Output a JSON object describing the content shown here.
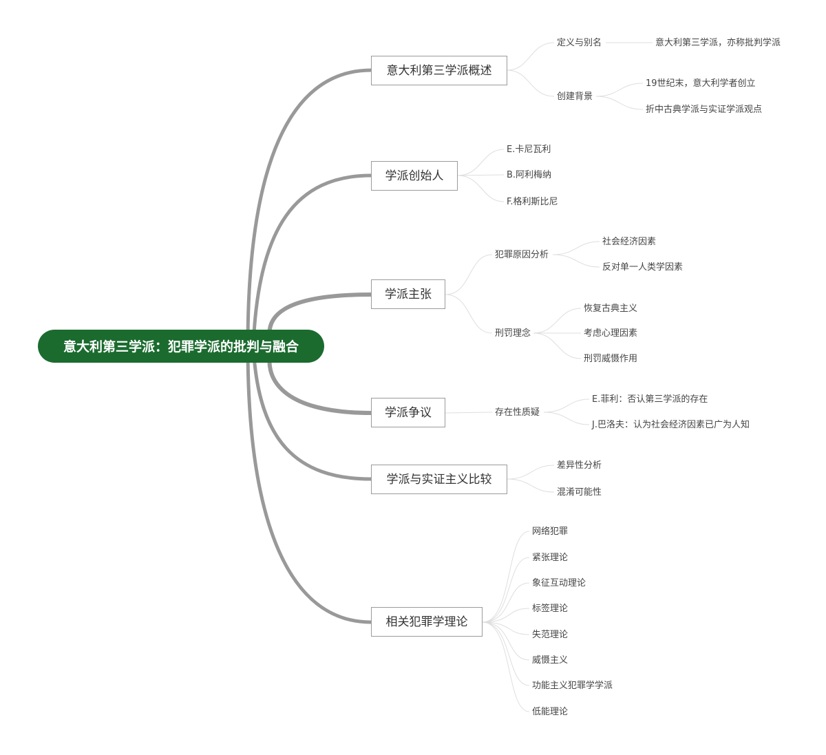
{
  "root": {
    "label": "意大利第三学派：犯罪学派的批判与融合",
    "color": "#1b6b2f"
  },
  "branches": [
    {
      "label": "意大利第三学派概述",
      "children": [
        {
          "label": "定义与别名",
          "children": [
            {
              "label": "意大利第三学派，亦称批判学派"
            }
          ]
        },
        {
          "label": "创建背景",
          "children": [
            {
              "label": "19世纪末，意大利学者创立"
            },
            {
              "label": "折中古典学派与实证学派观点"
            }
          ]
        }
      ]
    },
    {
      "label": "学派创始人",
      "children": [
        {
          "label": "E.卡尼瓦利"
        },
        {
          "label": "B.阿利梅纳"
        },
        {
          "label": "F.格利斯比尼"
        }
      ]
    },
    {
      "label": "学派主张",
      "children": [
        {
          "label": "犯罪原因分析",
          "children": [
            {
              "label": "社会经济因素"
            },
            {
              "label": "反对单一人类学因素"
            }
          ]
        },
        {
          "label": "刑罚理念",
          "children": [
            {
              "label": "恢复古典主义"
            },
            {
              "label": "考虑心理因素"
            },
            {
              "label": "刑罚威慑作用"
            }
          ]
        }
      ]
    },
    {
      "label": "学派争议",
      "children": [
        {
          "label": "存在性质疑",
          "children": [
            {
              "label": "E.菲利：否认第三学派的存在"
            },
            {
              "label": "J.巴洛夫：认为社会经济因素已广为人知"
            }
          ]
        }
      ]
    },
    {
      "label": "学派与实证主义比较",
      "children": [
        {
          "label": "差异性分析"
        },
        {
          "label": "混淆可能性"
        }
      ]
    },
    {
      "label": "相关犯罪学理论",
      "children": [
        {
          "label": "网络犯罪"
        },
        {
          "label": "紧张理论"
        },
        {
          "label": "象征互动理论"
        },
        {
          "label": "标签理论"
        },
        {
          "label": "失范理论"
        },
        {
          "label": "威慑主义"
        },
        {
          "label": "功能主义犯罪学学派"
        },
        {
          "label": "低能理论"
        }
      ]
    }
  ]
}
